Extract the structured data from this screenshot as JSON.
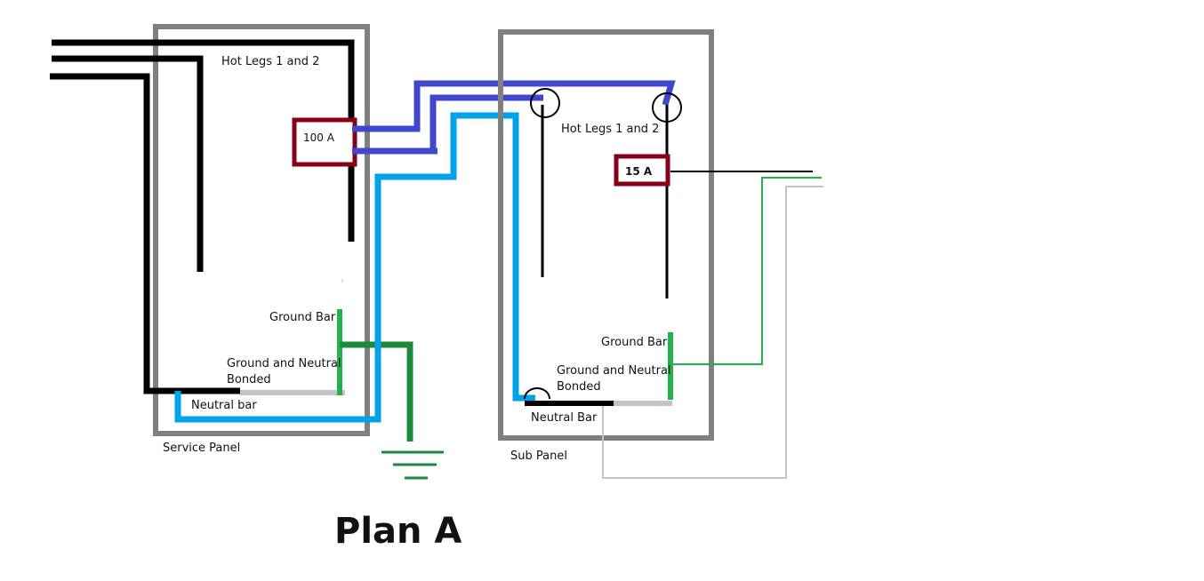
{
  "title": "Plan A",
  "service_panel": {
    "label": "Service Panel",
    "hot_legs_label": "Hot Legs 1 and 2",
    "breaker_label": "100 A",
    "ground_bar_label": "Ground Bar",
    "bonded_label_line1": "Ground and Neutral",
    "bonded_label_line2": "Bonded",
    "neutral_bar_label": "Neutral bar"
  },
  "sub_panel": {
    "label": "Sub Panel",
    "hot_legs_label": "Hot Legs 1 and 2",
    "breaker_label": "15 A",
    "ground_bar_label": "Ground Bar",
    "bonded_label_line1": "Ground and Neutral",
    "bonded_label_line2": "Bonded",
    "neutral_bar_label": "Neutral Bar"
  },
  "colors": {
    "panel_border": "#808080",
    "hot_wire": "#000000",
    "feeder_hot": "#3f48cc",
    "feeder_neutral": "#00a2e8",
    "ground_bar": "#22b14c",
    "earth_ground": "#1e8a3c",
    "neutral_bar": "#c3c3c3",
    "breaker": "#880015"
  }
}
